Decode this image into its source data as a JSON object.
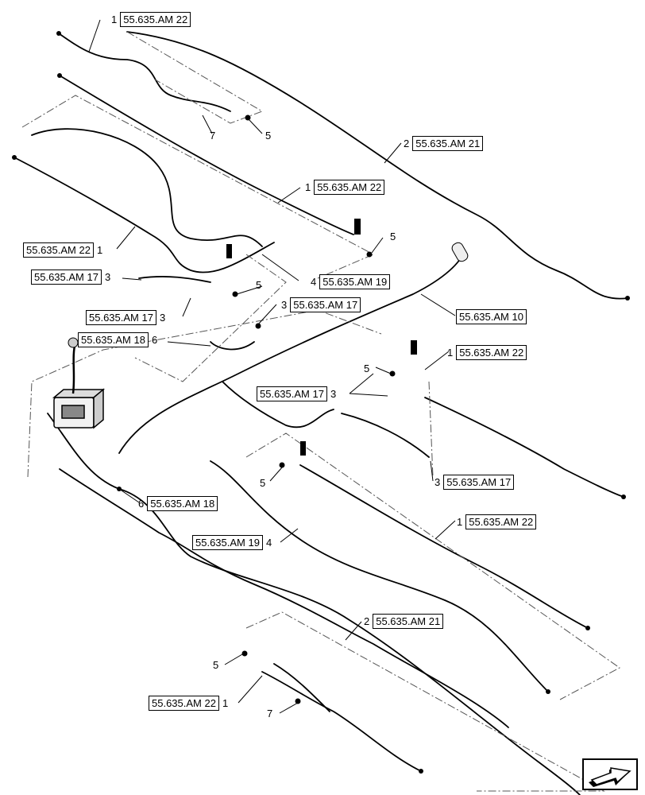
{
  "callouts": [
    {
      "item": "1",
      "ref": "55.635.AM 22"
    },
    {
      "item": "2",
      "ref": "55.635.AM 21"
    },
    {
      "item": "1",
      "ref": "55.635.AM 22"
    },
    {
      "item": "1",
      "ref": "55.635.AM 22"
    },
    {
      "item": "4",
      "ref": "55.635.AM 19"
    },
    {
      "item": "3",
      "ref": "55.635.AM 17"
    },
    {
      "item": "3",
      "ref": "55.635.AM 17"
    },
    {
      "item": "3",
      "ref": "55.635.AM 17"
    },
    {
      "item": "6",
      "ref": "55.635.AM 18"
    },
    {
      "item": "",
      "ref": "55.635.AM 10"
    },
    {
      "item": "1",
      "ref": "55.635.AM 22"
    },
    {
      "item": "3",
      "ref": "55.635.AM 17"
    },
    {
      "item": "3",
      "ref": "55.635.AM 17"
    },
    {
      "item": "6",
      "ref": "55.635.AM 18"
    },
    {
      "item": "1",
      "ref": "55.635.AM 22"
    },
    {
      "item": "4",
      "ref": "55.635.AM 19"
    },
    {
      "item": "2",
      "ref": "55.635.AM 21"
    },
    {
      "item": "1",
      "ref": "55.635.AM 22"
    }
  ],
  "loose_labels": [
    "7",
    "5",
    "5",
    "5",
    "5",
    "5",
    "5",
    "7"
  ],
  "nav": {
    "icon": "arrow-next-icon"
  }
}
